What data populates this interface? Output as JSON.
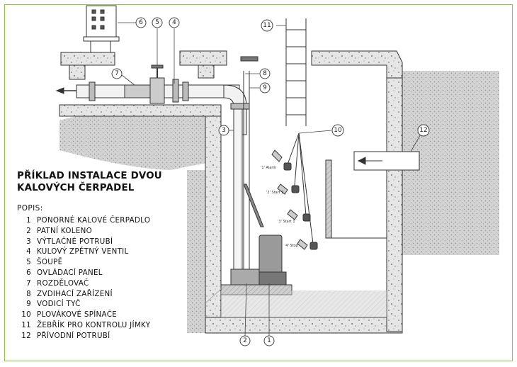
{
  "title_line1": "PŘÍKLAD INSTALACE DVOU",
  "title_line2": "KALOVÝCH ČERPADEL",
  "legend_heading": "POPIS:",
  "legend": [
    {
      "num": "1",
      "text": "PONORNÉ KALOVÉ ČERPADLO"
    },
    {
      "num": "2",
      "text": "PATNÍ KOLENO"
    },
    {
      "num": "3",
      "text": "VÝTLAČNÉ POTRUBÍ"
    },
    {
      "num": "4",
      "text": "KULOVÝ ZPĚTNÝ VENTIL"
    },
    {
      "num": "5",
      "text": "ŠOUPĚ"
    },
    {
      "num": "6",
      "text": "OVLÁDACÍ PANEL"
    },
    {
      "num": "7",
      "text": "ROZDĚLOVAČ"
    },
    {
      "num": "8",
      "text": "ZVDIHACÍ ZAŘÍZENÍ"
    },
    {
      "num": "9",
      "text": "VODICÍ TYČ"
    },
    {
      "num": "10",
      "text": "PLOVÁKOVÉ SPÍNAČE"
    },
    {
      "num": "11",
      "text": "ŽEBŘÍK PRO KONTROLU JÍMKY"
    },
    {
      "num": "12",
      "text": "PŘÍVODNÍ POTRUBÍ"
    }
  ],
  "callouts": [
    "1",
    "2",
    "3",
    "4",
    "5",
    "6",
    "7",
    "8",
    "9",
    "10",
    "11",
    "12"
  ],
  "float_labels": [
    "'1' Alarm",
    "'2' Start 2",
    "'3' Start 1",
    "'4' Stop"
  ],
  "accent_color": "#8cc63f"
}
